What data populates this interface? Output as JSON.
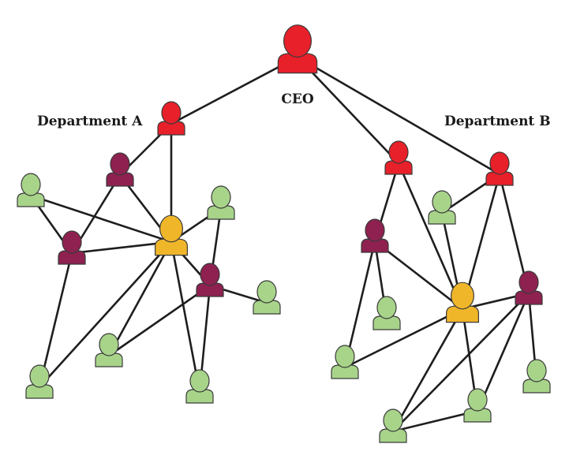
{
  "labels": {
    "ceo": "CEO",
    "department_a": "Department A",
    "department_b": "Department B"
  },
  "colors": {
    "red": "#e8202a",
    "maroon": "#8e2150",
    "yellow": "#f0b62a",
    "green": "#a8d48a",
    "line": "#1e1e1e",
    "background": "#ffffff"
  },
  "roles": {
    "red": "executive",
    "maroon": "connector",
    "yellow": "hub",
    "green": "member"
  },
  "nodes": [
    {
      "id": "ceo",
      "role": "red"
    },
    {
      "id": "a-head",
      "role": "red"
    },
    {
      "id": "b-head-1",
      "role": "red"
    },
    {
      "id": "b-head-2",
      "role": "red"
    },
    {
      "id": "a-maroon-1",
      "role": "maroon"
    },
    {
      "id": "a-maroon-2",
      "role": "maroon"
    },
    {
      "id": "a-maroon-3",
      "role": "maroon"
    },
    {
      "id": "a-hub",
      "role": "yellow"
    },
    {
      "id": "a-green-1",
      "role": "green"
    },
    {
      "id": "a-green-2",
      "role": "green"
    },
    {
      "id": "a-green-3",
      "role": "green"
    },
    {
      "id": "a-green-4",
      "role": "green"
    },
    {
      "id": "a-green-5",
      "role": "green"
    },
    {
      "id": "a-green-6",
      "role": "green"
    },
    {
      "id": "b-maroon-1",
      "role": "maroon"
    },
    {
      "id": "b-maroon-2",
      "role": "maroon"
    },
    {
      "id": "b-hub",
      "role": "yellow"
    },
    {
      "id": "b-green-1",
      "role": "green"
    },
    {
      "id": "b-green-2",
      "role": "green"
    },
    {
      "id": "b-green-3",
      "role": "green"
    },
    {
      "id": "b-green-4",
      "role": "green"
    },
    {
      "id": "b-green-5",
      "role": "green"
    },
    {
      "id": "b-green-6",
      "role": "green"
    }
  ],
  "edges": [
    [
      "ceo",
      "a-head"
    ],
    [
      "ceo",
      "b-head-1"
    ],
    [
      "ceo",
      "b-head-2"
    ],
    [
      "a-head",
      "a-hub"
    ],
    [
      "a-head",
      "a-maroon-1"
    ],
    [
      "a-maroon-1",
      "a-maroon-2"
    ],
    [
      "a-maroon-1",
      "a-hub"
    ],
    [
      "a-green-1",
      "a-hub"
    ],
    [
      "a-green-1",
      "a-maroon-2"
    ],
    [
      "a-maroon-2",
      "a-hub"
    ],
    [
      "a-maroon-2",
      "a-green-4"
    ],
    [
      "a-green-2",
      "a-hub"
    ],
    [
      "a-green-2",
      "a-maroon-3"
    ],
    [
      "a-hub",
      "a-maroon-3"
    ],
    [
      "a-hub",
      "a-green-4"
    ],
    [
      "a-hub",
      "a-green-5"
    ],
    [
      "a-hub",
      "a-green-6"
    ],
    [
      "a-maroon-3",
      "a-green-3"
    ],
    [
      "a-maroon-3",
      "a-green-5"
    ],
    [
      "a-maroon-3",
      "a-green-6"
    ],
    [
      "b-head-1",
      "b-maroon-1"
    ],
    [
      "b-head-1",
      "b-hub"
    ],
    [
      "b-head-2",
      "b-green-1"
    ],
    [
      "b-head-2",
      "b-hub"
    ],
    [
      "b-head-2",
      "b-maroon-2"
    ],
    [
      "b-green-1",
      "b-hub"
    ],
    [
      "b-maroon-1",
      "b-hub"
    ],
    [
      "b-maroon-1",
      "b-green-2"
    ],
    [
      "b-maroon-1",
      "b-green-3"
    ],
    [
      "b-hub",
      "b-maroon-2"
    ],
    [
      "b-hub",
      "b-green-3"
    ],
    [
      "b-hub",
      "b-green-4"
    ],
    [
      "b-hub",
      "b-green-5"
    ],
    [
      "b-maroon-2",
      "b-green-6"
    ],
    [
      "b-maroon-2",
      "b-green-4"
    ],
    [
      "b-maroon-2",
      "b-green-5"
    ],
    [
      "b-green-4",
      "b-green-5"
    ]
  ]
}
